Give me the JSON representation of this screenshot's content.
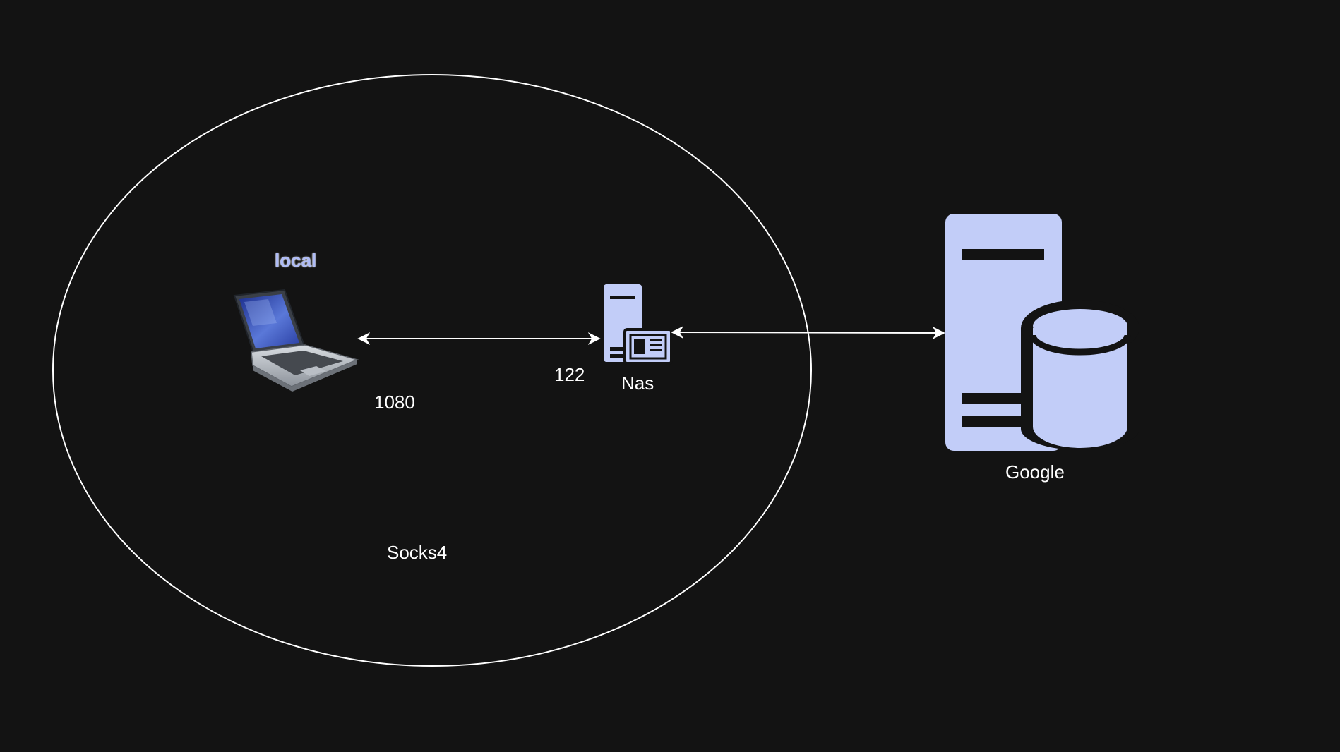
{
  "nodes": {
    "local": {
      "label": "local",
      "icon": "laptop-icon"
    },
    "nas": {
      "label": "Nas",
      "icon": "server-icon"
    },
    "google": {
      "label": "Google",
      "icon": "database-server-icon"
    }
  },
  "ports": {
    "local_port": "1080",
    "nas_port": "122"
  },
  "zone": {
    "label": "Socks4"
  },
  "colors": {
    "background": "#131313",
    "accent": "#c2cdf8",
    "line": "#ffffff"
  }
}
